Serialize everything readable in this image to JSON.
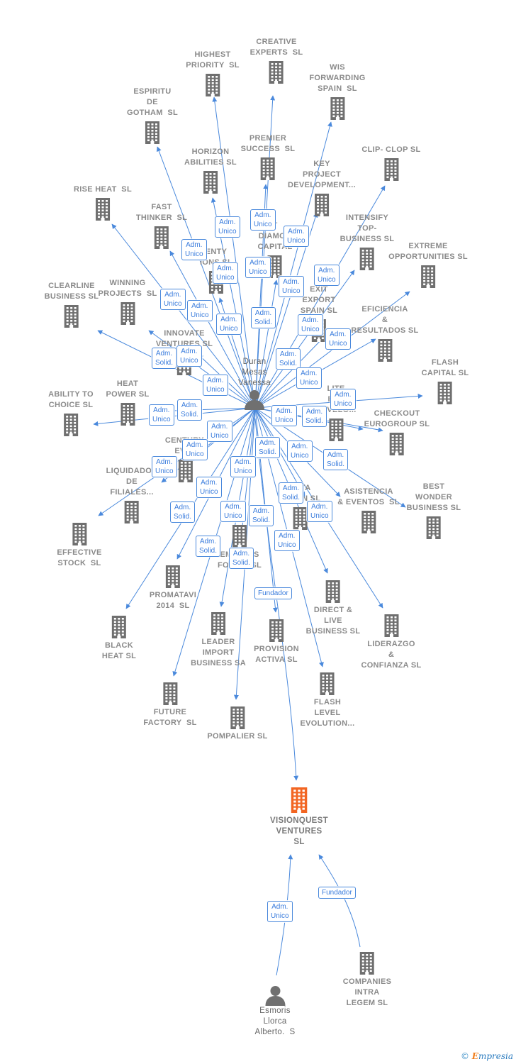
{
  "colors": {
    "edge": "#4a89dc",
    "building": "#6f6f6f",
    "highlight": "#f26522",
    "person": "#707070"
  },
  "center_person": {
    "name": "Duran\nMesas\nVanessa"
  },
  "target_company": {
    "name": "VISIONQUEST\nVENTURES\nSL"
  },
  "second_person": {
    "name": "Esmoris\nLlorca\nAlberto.  S"
  },
  "companies": [
    {
      "id": "creative",
      "label": "CREATIVE\nEXPERTS  SL"
    },
    {
      "id": "highest",
      "label": "HIGHEST\nPRIORITY  SL"
    },
    {
      "id": "wis",
      "label": "WIS\nFORWARDING\nSPAIN  SL"
    },
    {
      "id": "espiritu",
      "label": "ESPIRITU\nDE\nGOTHAM  SL"
    },
    {
      "id": "premier",
      "label": "PREMIER\nSUCCESS  SL"
    },
    {
      "id": "clipclop",
      "label": "CLIP- CLOP SL"
    },
    {
      "id": "horizon",
      "label": "HORIZON\nABILITIES SL"
    },
    {
      "id": "keyproject",
      "label": "KEY\nPROJECT\nDEVELOPMENT..."
    },
    {
      "id": "riseheat",
      "label": "RISE HEAT  SL"
    },
    {
      "id": "fast",
      "label": "FAST\nTHINKER  SL"
    },
    {
      "id": "intensify",
      "label": "INTENSIFY\nTOP-\nBUSINESS SL"
    },
    {
      "id": "diamond",
      "label": "T\nDIAMON\nCAPITAL"
    },
    {
      "id": "twenty",
      "label": "ENTY\nIONS SL"
    },
    {
      "id": "extreme",
      "label": "EXTREME\nOPPORTUNITIES SL"
    },
    {
      "id": "clearline",
      "label": "CLEARLINE\nBUSINESS SL"
    },
    {
      "id": "winning",
      "label": "WINNING\nPROJECTS  SL"
    },
    {
      "id": "exit",
      "label": "EXIT\nEXPORT\nSPAIN SL"
    },
    {
      "id": "eficiencia",
      "label": "EFICIENCIA\n&\nRESULTADOS SL"
    },
    {
      "id": "innovate",
      "label": "INNOVATE\nVENTURES SL"
    },
    {
      "id": "flashcap",
      "label": "FLASH\nCAPITAL SL"
    },
    {
      "id": "heatpower",
      "label": "HEAT\nPOWER SL"
    },
    {
      "id": "elite",
      "label": "LITE\nEVE\nDEVELO..."
    },
    {
      "id": "ability",
      "label": "ABILITY TO\nCHOICE SL"
    },
    {
      "id": "checkout",
      "label": "CHECKOUT\nEUROGROUP SL"
    },
    {
      "id": "century",
      "label": "CENTURY-\nEVEN"
    },
    {
      "id": "liquidador",
      "label": "LIQUIDADOR\nDE\nFILIALES..."
    },
    {
      "id": "alta",
      "label": "ALTA\nCO    N SL"
    },
    {
      "id": "asistencia",
      "label": "ASISTENCIA\n& EVENTOS  SL"
    },
    {
      "id": "bestwonder",
      "label": "BEST\nWONDER\nBUSINESS SL"
    },
    {
      "id": "effective",
      "label": "EFFECTIVE\nSTOCK  SL"
    },
    {
      "id": "emfoods",
      "label": "EM    ONS\nFOODS  SL"
    },
    {
      "id": "promatavi",
      "label": "PROMATAVI\n2014  SL"
    },
    {
      "id": "directlive",
      "label": "DIRECT &\nLIVE\nBUSINESS SL"
    },
    {
      "id": "blackheat",
      "label": "BLACK\nHEAT SL"
    },
    {
      "id": "leader",
      "label": "LEADER\nIMPORT\nBUSINESS SA"
    },
    {
      "id": "provision",
      "label": "PROVISION\nACTIVA SL"
    },
    {
      "id": "liderazgo",
      "label": "LIDERAZGO\n&\nCONFIANZA SL"
    },
    {
      "id": "future",
      "label": "FUTURE\nFACTORY  SL"
    },
    {
      "id": "flashlevel",
      "label": "FLASH\nLEVEL\nEVOLUTION..."
    },
    {
      "id": "pompalier",
      "label": "POMPALIER SL"
    },
    {
      "id": "companies",
      "label": "COMPANIES\nINTRA\nLEGEM SL"
    }
  ],
  "roles": [
    "Adm.\nUnico",
    "Adm.\nUnico",
    "Adm.\nUnico",
    "Adm.\nUnico",
    "Adm.\nUnico",
    "Adm.\nUnico",
    "Adm.\nUnico",
    "Adm.\nUnico",
    "Adm.\nUnico",
    "Adm.\nUnico",
    "Adm.\nSolid.",
    "Adm.\nUnico",
    "Adm.\nUnico",
    "Adm.\nUnico",
    "Adm.\nSolid.",
    "Adm.\nUnico",
    "Adm.\nSolid.",
    "Adm.\nUnico",
    "Adm.\nUnico",
    "Adm.\nUnico",
    "Adm.\nUnico",
    "Adm.\nSolid.",
    "Adm.\nUnico",
    "Adm.\nUnico",
    "Adm.\nSolid.",
    "Adm.\nUnico",
    "Adm.\nUnico",
    "Adm.\nSolid.",
    "Adm.\nUnico",
    "Adm.\nSolid.",
    "Adm.\nUnico",
    "Adm.\nUnico",
    "Adm.\nSolid.",
    "Adm.\nSolid.",
    "Adm.\nUnico",
    "Adm.\nUnico",
    "Adm.\nSolid.",
    "Adm.\nSolid.",
    "Adm.\nUnico",
    "Adm.\nSolid.",
    "Adm.\nUnico",
    "Fundador",
    "Adm.\nUnico",
    "Fundador",
    "Adm."
  ],
  "footer": {
    "copyright": "©",
    "brand_first": "E",
    "brand_rest": "mpresia"
  }
}
